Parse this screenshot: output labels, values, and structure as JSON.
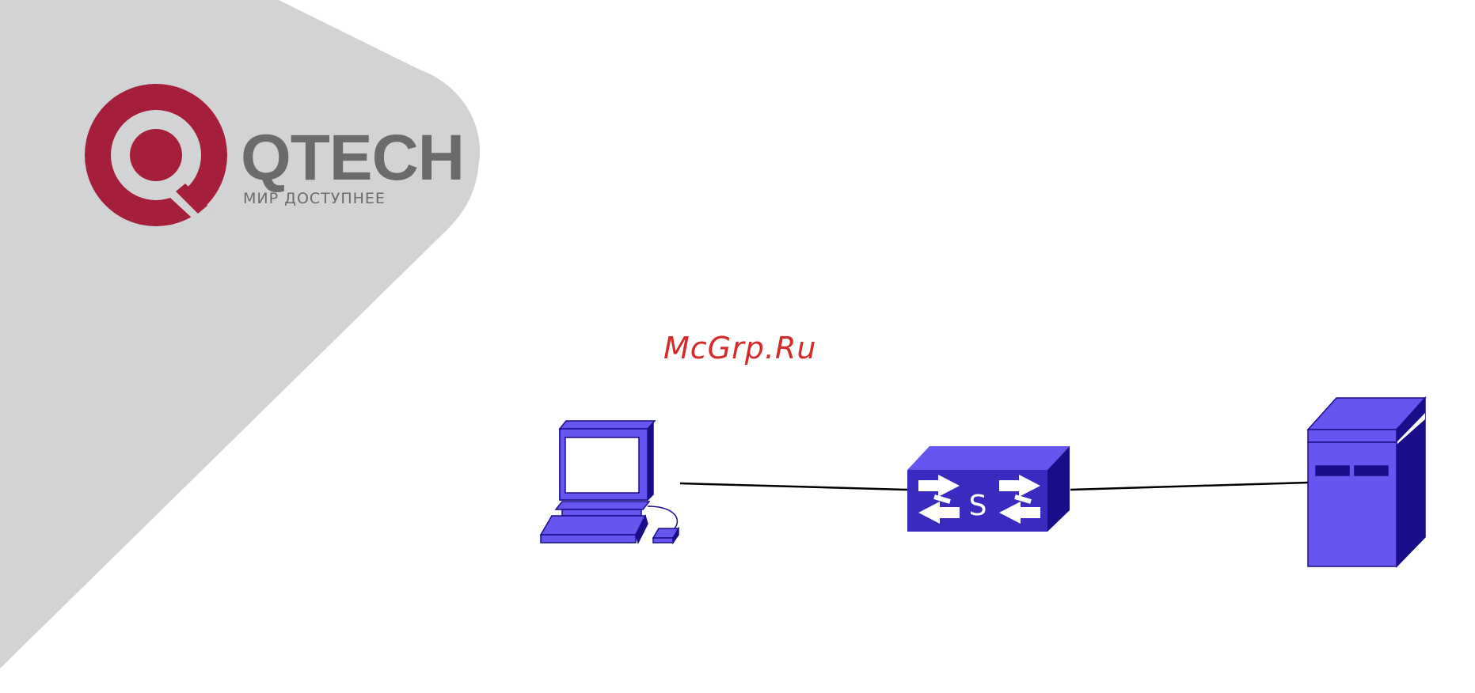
{
  "logo": {
    "brand_text": "QTECH",
    "slogan_text": "МИР ДОСТУПНЕЕ",
    "mark_color": "#a51e3a",
    "text_color": "#6b6b6b"
  },
  "background": {
    "panel_color": "#d2d3d5"
  },
  "watermark": {
    "text": "McGrp.Ru",
    "color": "#d42a2a"
  },
  "diagram": {
    "device_color": "#6655ee",
    "device_dark": "#1a0d8a",
    "link_color": "#000000",
    "nodes": [
      {
        "id": "pc",
        "icon": "computer-icon"
      },
      {
        "id": "switch",
        "icon": "switch-icon",
        "label": "S"
      },
      {
        "id": "server",
        "icon": "server-icon"
      }
    ],
    "links": [
      {
        "from": "pc",
        "to": "switch"
      },
      {
        "from": "switch",
        "to": "server"
      }
    ]
  }
}
